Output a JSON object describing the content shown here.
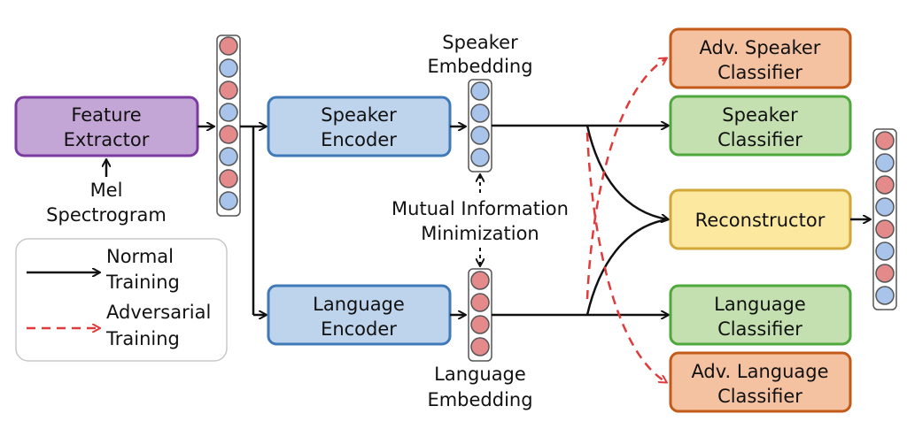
{
  "colors": {
    "purple_fill": "#c4a6d6",
    "purple_stroke": "#7a3aa0",
    "blue_fill": "#bed3ec",
    "blue_stroke": "#3f79b8",
    "green_fill": "#c5e0b0",
    "green_stroke": "#4fa83c",
    "yellow_fill": "#fde8a0",
    "yellow_stroke": "#d2a63a",
    "orange_fill": "#f4c2a0",
    "orange_stroke": "#c45a1a",
    "red_dot": "#e58a8a",
    "blue_dot": "#a8c4ea",
    "dash_red": "#e03a3a"
  },
  "blocks": {
    "feature_extractor": [
      "Feature",
      "Extractor"
    ],
    "speaker_encoder": [
      "Speaker",
      "Encoder"
    ],
    "language_encoder": [
      "Language",
      "Encoder"
    ],
    "adv_speaker_classifier": [
      "Adv. Speaker",
      "Classifier"
    ],
    "speaker_classifier": [
      "Speaker",
      "Classifier"
    ],
    "reconstructor": [
      "Reconstructor"
    ],
    "language_classifier": [
      "Language",
      "Classifier"
    ],
    "adv_language_classifier": [
      "Adv. Language",
      "Classifier"
    ]
  },
  "labels": {
    "mel_spectrogram": [
      "Mel",
      "Spectrogram"
    ],
    "speaker_embedding": [
      "Speaker",
      "Embedding"
    ],
    "language_embedding": [
      "Language",
      "Embedding"
    ],
    "mutual_information": [
      "Mutual Information",
      "Minimization"
    ]
  },
  "legend": {
    "normal": [
      "Normal",
      "Training"
    ],
    "adversarial": [
      "Adversarial",
      "Training"
    ]
  }
}
